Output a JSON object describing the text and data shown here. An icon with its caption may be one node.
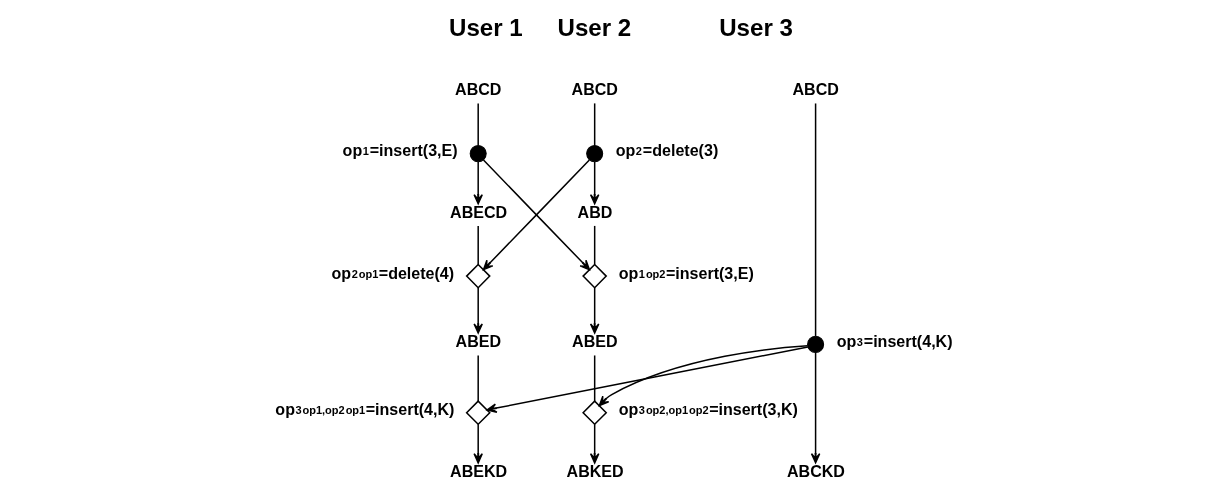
{
  "diagram": {
    "nodes": [
      {
        "text": [
          "ABCD"
        ]
      },
      {
        "text": [
          "ABCD"
        ]
      },
      {
        "text": [
          "ABCD"
        ]
      },
      {
        "text": [],
        "shape": "circle",
        "beside": [
          "op$_{1}$=insert(3,E)"
        ]
      },
      {
        "text": [],
        "shape": "circle",
        "beside": [
          "op$_{2}$=delete(3)"
        ]
      },
      {
        "text": [
          "ABECD"
        ]
      },
      {
        "text": [
          "ABD"
        ]
      },
      {
        "text": [],
        "shape": "diamond",
        "beside": [
          "op$_{2}$$^{op1}$=delete(4)"
        ]
      },
      {
        "text": [],
        "shape": "diamond",
        "beside": [
          "op$_{1}$$^{op2}$=insert(3,E)"
        ]
      },
      {
        "text": [],
        "shape": "circle",
        "beside": [
          "op$_{3}$=insert(4,K)"
        ]
      },
      {
        "text": [
          "ABED"
        ]
      },
      {
        "text": [
          "ABED"
        ]
      },
      {
        "text": [],
        "shape": "diamond",
        "beside": [
          "op$_{3}$$^{op1,op2}$$^{op1}$=insert(4,K)"
        ]
      },
      {
        "text": [],
        "shape": "diamond",
        "beside": [
          "op$_{3}$$^{op2,op1}$$^{op2}$=insert(3,K)"
        ]
      },
      {
        "text": [
          "ABCKD"
        ]
      },
      {
        "text": [
          "ABEKD"
        ]
      },
      {
        "text": [
          "ABKED"
        ]
      }
    ],
    "edges": [
      {
        "from": 0,
        "to": 3,
        "arrow": "none"
      },
      {
        "from": 1,
        "to": 4,
        "arrow": "none"
      },
      {
        "from": 2,
        "to": 9,
        "arrow": "none"
      },
      {
        "from": 3,
        "to": 5,
        "arrow": "to"
      },
      {
        "from": 4,
        "to": 6,
        "arrow": "to"
      },
      {
        "from": 3,
        "to": 8,
        "arrow": "to"
      },
      {
        "from": 4,
        "to": 7,
        "arrow": "to"
      },
      {
        "from": 5,
        "to": 7,
        "arrow": "none"
      },
      {
        "from": 6,
        "to": 8,
        "arrow": "none"
      },
      {
        "from": 7,
        "to": 10,
        "arrow": "to"
      },
      {
        "from": 8,
        "to": 11,
        "arrow": "to"
      },
      {
        "from": 10,
        "to": 12,
        "arrow": "none"
      },
      {
        "from": 11,
        "to": 13,
        "arrow": "none"
      },
      {
        "from": 9,
        "to": 12,
        "arrow": "to"
      },
      {
        "from": 9,
        "to": 13,
        "arrow": "to"
      },
      {
        "from": 9,
        "to": 14,
        "arrow": "to"
      },
      {
        "from": 12,
        "to": 15,
        "arrow": "to"
      },
      {
        "from": 13,
        "to": 16,
        "arrow": "to"
      }
    ],
    "labels": [
      "User 1",
      "User 2",
      "User 3"
    ]
  }
}
